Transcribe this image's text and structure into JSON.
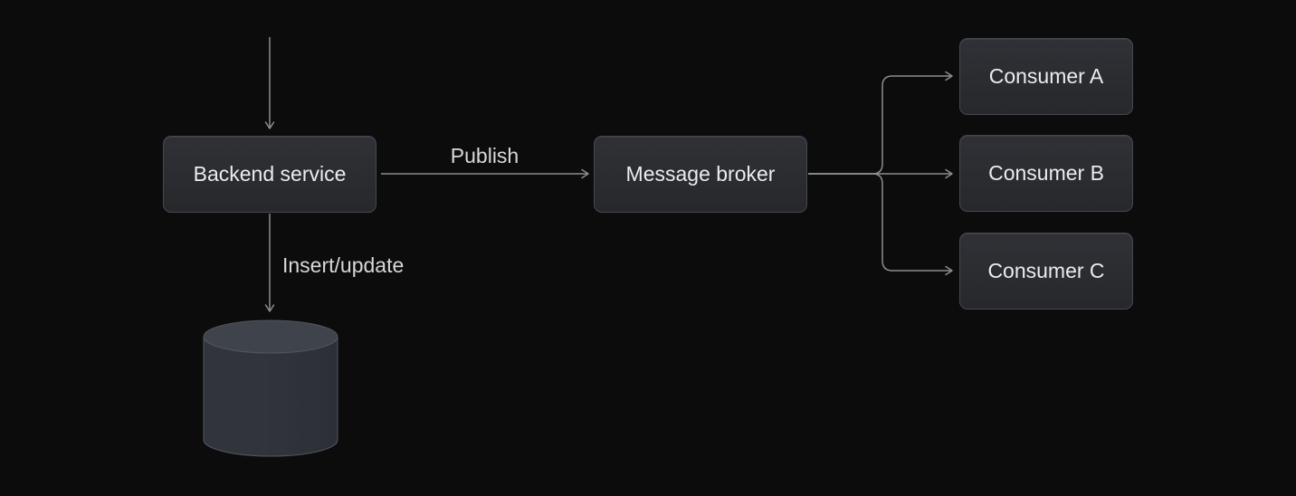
{
  "diagram": {
    "nodes": [
      {
        "id": "backend-service",
        "label": "Backend service",
        "shape": "box"
      },
      {
        "id": "message-broker",
        "label": "Message broker",
        "shape": "box"
      },
      {
        "id": "consumer-a",
        "label": "Consumer A",
        "shape": "box"
      },
      {
        "id": "consumer-b",
        "label": "Consumer B",
        "shape": "box"
      },
      {
        "id": "consumer-c",
        "label": "Consumer C",
        "shape": "box"
      },
      {
        "id": "database",
        "label": "",
        "shape": "cylinder"
      }
    ],
    "edges": [
      {
        "from": "external",
        "to": "backend-service",
        "label": ""
      },
      {
        "from": "backend-service",
        "to": "message-broker",
        "label": "Publish"
      },
      {
        "from": "backend-service",
        "to": "database",
        "label": "Insert/update"
      },
      {
        "from": "message-broker",
        "to": "consumer-a",
        "label": ""
      },
      {
        "from": "message-broker",
        "to": "consumer-b",
        "label": ""
      },
      {
        "from": "message-broker",
        "to": "consumer-c",
        "label": ""
      }
    ],
    "colors": {
      "background": "#0c0c0d",
      "node_fill_top": "#2f3136",
      "node_fill_bottom": "#26282c",
      "node_border": "#45484e",
      "node_text": "#ebecee",
      "edge": "#8b8d90",
      "edge_label": "#d7d8da",
      "cylinder_body": "#31353b",
      "cylinder_body_dark": "#2c3036",
      "cylinder_top": "#3f444c",
      "cylinder_stroke": "#51565e"
    }
  }
}
